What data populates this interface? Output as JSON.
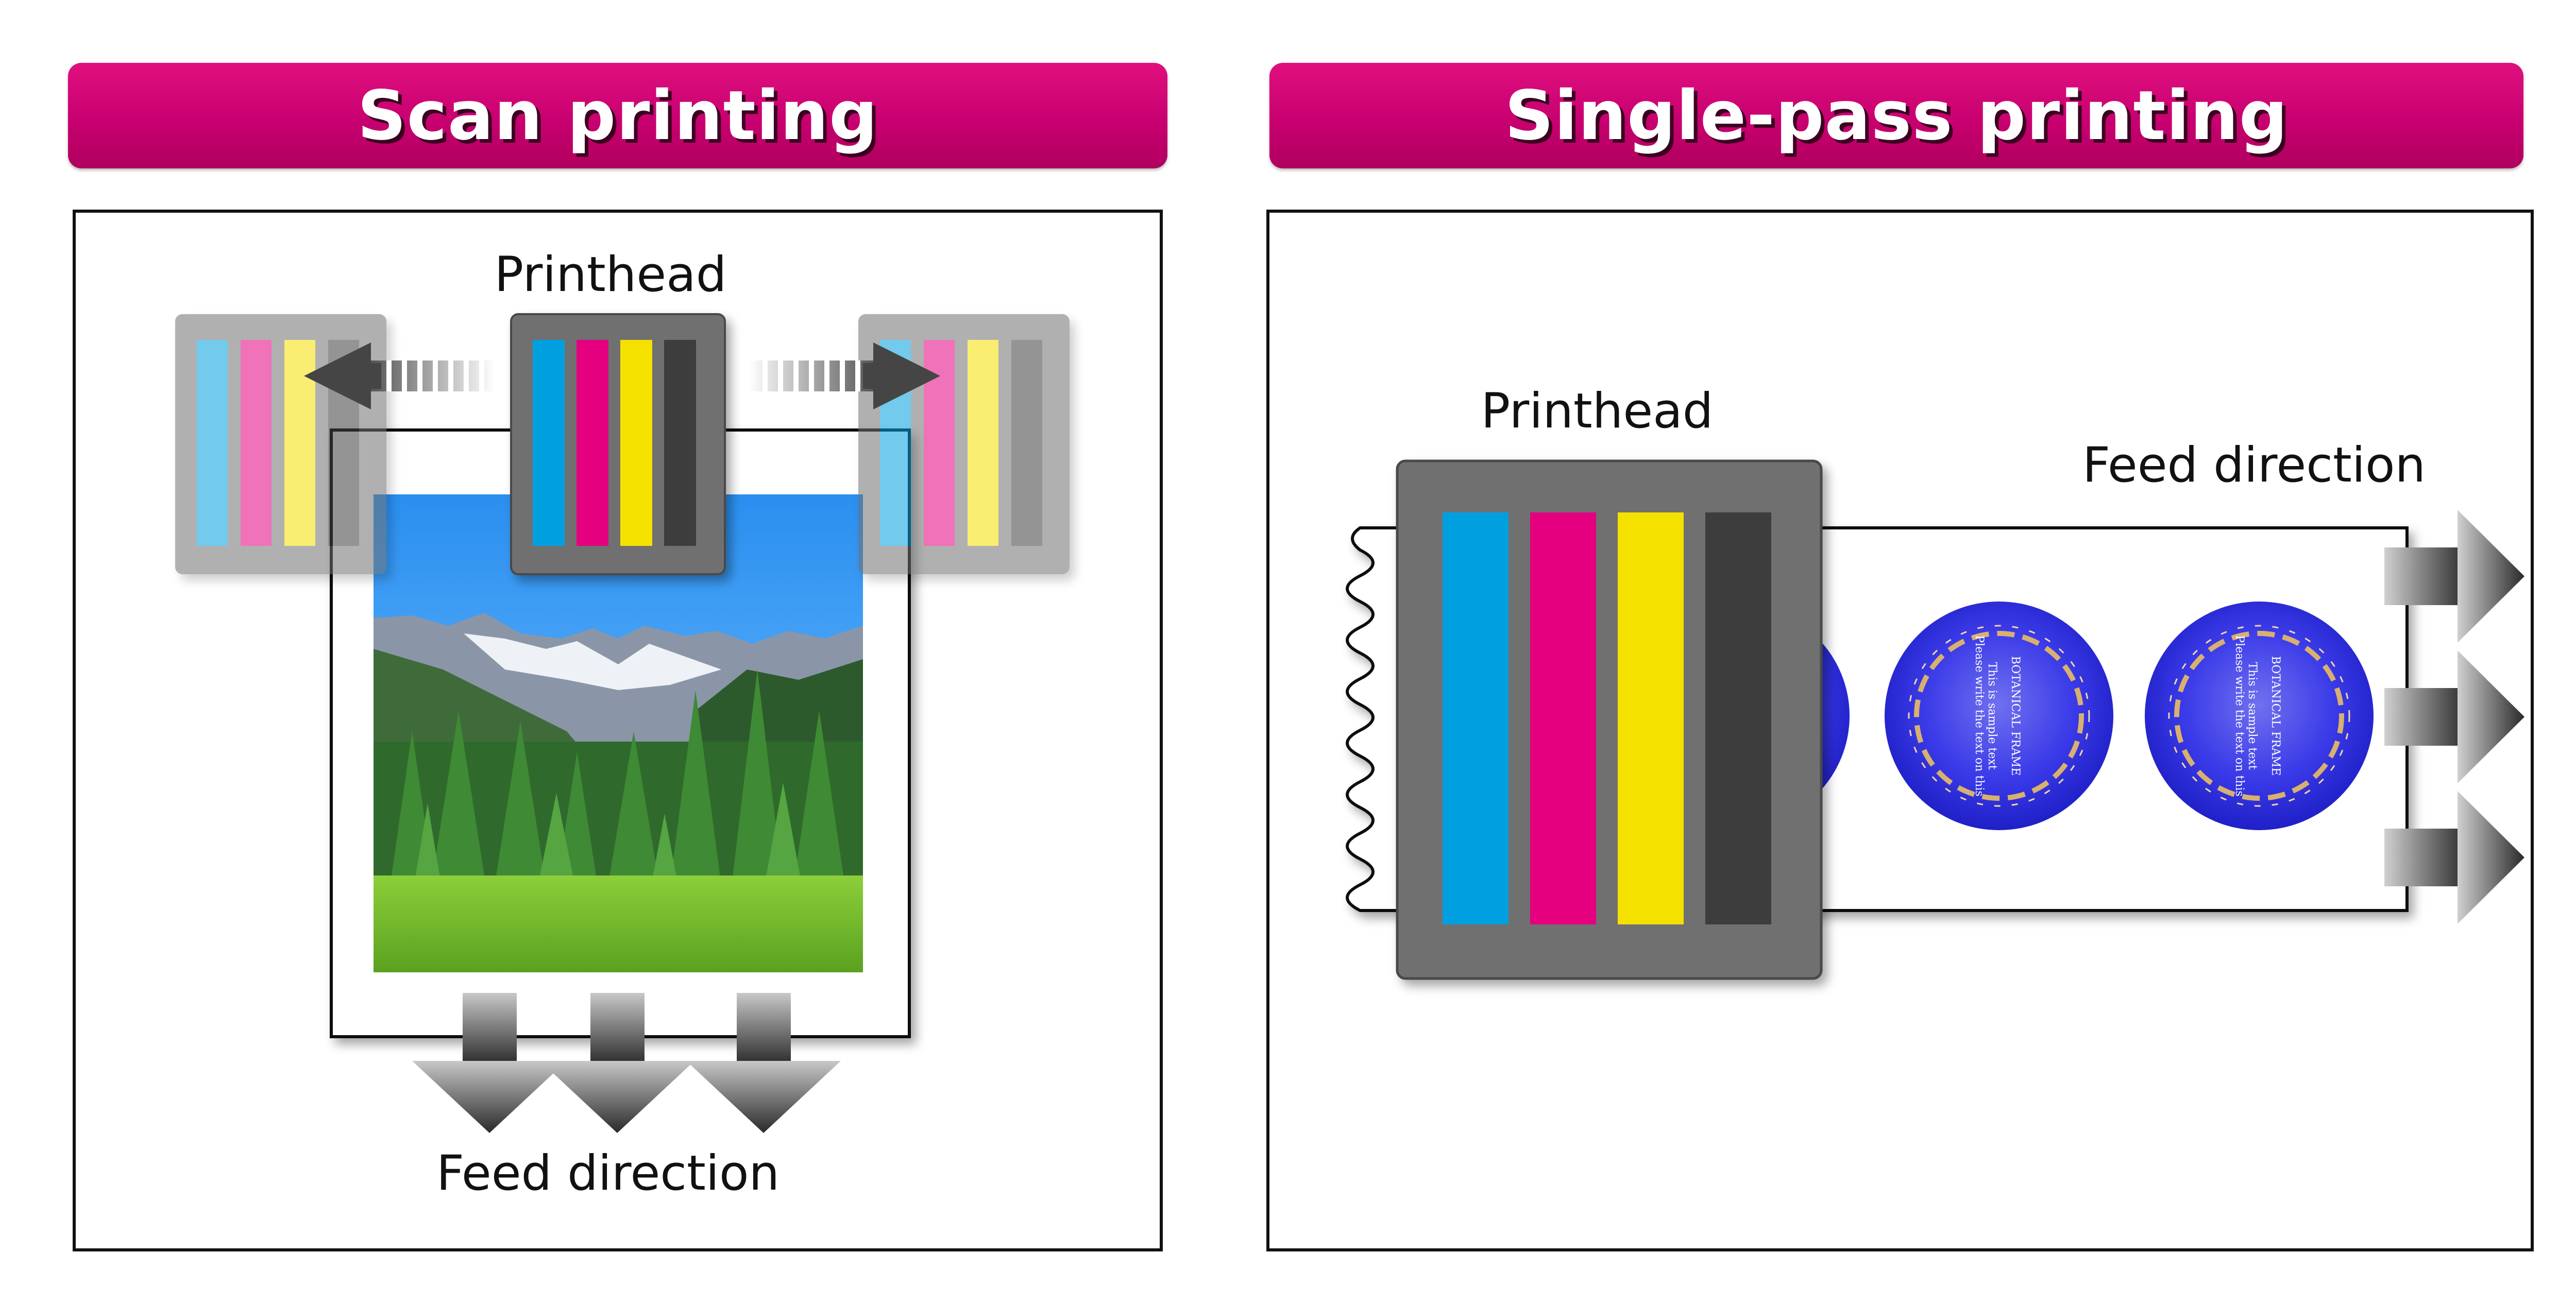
{
  "left": {
    "title": "Scan printing",
    "printhead_label": "Printhead",
    "feed_label": "Feed direction"
  },
  "right": {
    "title": "Single-pass printing",
    "printhead_label": "Printhead",
    "feed_label": "Feed direction",
    "label_text": {
      "line1": "BOTANICAL FRAME",
      "line2": "This is sample text",
      "line3": "Please write the text on this"
    }
  },
  "colors": {
    "banner": "#c80070",
    "cyan": "#00a0e0",
    "magenta": "#e4007f",
    "yellow": "#f5e100",
    "black": "#3c3c3c",
    "head_body": "#707070",
    "label_blue": "#3030e0"
  }
}
